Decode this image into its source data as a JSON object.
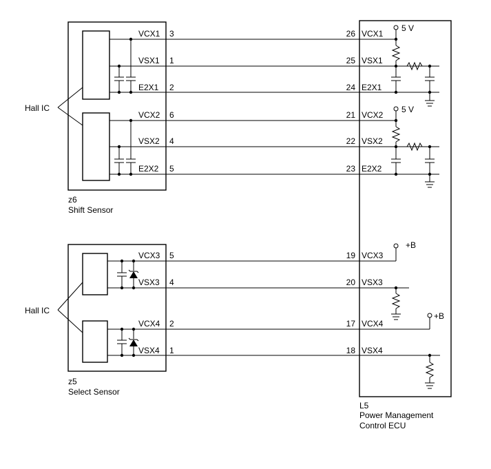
{
  "shift_sensor": {
    "ref": "z6",
    "name": "Shift Sensor",
    "ic_label": "Hall IC",
    "pins": [
      {
        "name": "VCX1",
        "num": "3"
      },
      {
        "name": "VSX1",
        "num": "1"
      },
      {
        "name": "E2X1",
        "num": "2"
      },
      {
        "name": "VCX2",
        "num": "6"
      },
      {
        "name": "VSX2",
        "num": "4"
      },
      {
        "name": "E2X2",
        "num": "5"
      }
    ]
  },
  "select_sensor": {
    "ref": "z5",
    "name": "Select Sensor",
    "ic_label": "Hall IC",
    "pins": [
      {
        "name": "VCX3",
        "num": "5"
      },
      {
        "name": "VSX3",
        "num": "4"
      },
      {
        "name": "VCX4",
        "num": "2"
      },
      {
        "name": "VSX4",
        "num": "1"
      }
    ]
  },
  "ecu": {
    "ref": "L5",
    "name_line1": "Power Management",
    "name_line2": "Control ECU",
    "pins": [
      {
        "name": "VCX1",
        "num": "26"
      },
      {
        "name": "VSX1",
        "num": "25"
      },
      {
        "name": "E2X1",
        "num": "24"
      },
      {
        "name": "VCX2",
        "num": "21"
      },
      {
        "name": "VSX2",
        "num": "22"
      },
      {
        "name": "E2X2",
        "num": "23"
      },
      {
        "name": "VCX3",
        "num": "19"
      },
      {
        "name": "VSX3",
        "num": "20"
      },
      {
        "name": "VCX4",
        "num": "17"
      },
      {
        "name": "VSX4",
        "num": "18"
      }
    ],
    "supply_5v": "5 V",
    "supply_b": "+B"
  }
}
